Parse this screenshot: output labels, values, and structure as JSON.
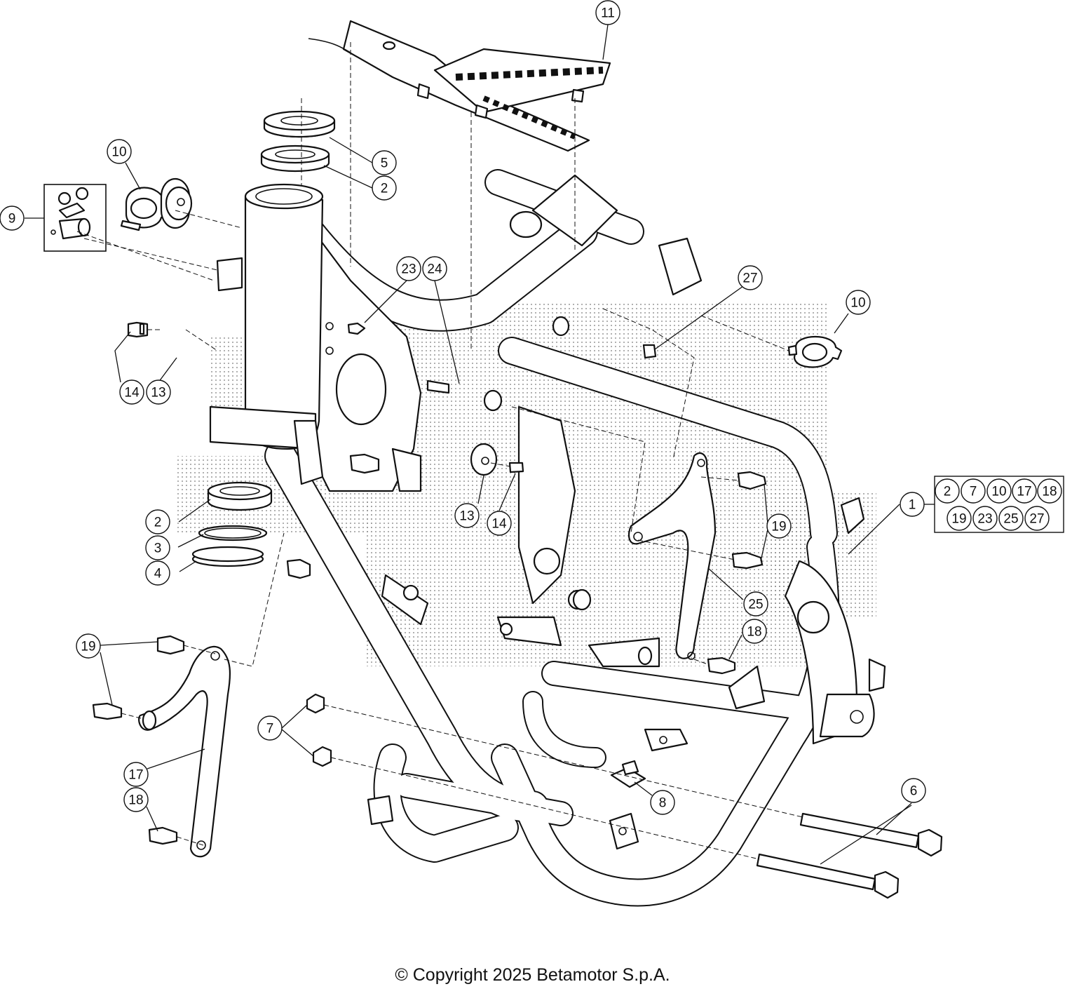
{
  "diagram": {
    "type": "exploded-parts-diagram",
    "callouts": [
      {
        "id": "c11",
        "label": "11"
      },
      {
        "id": "c5",
        "label": "5"
      },
      {
        "id": "c2a",
        "label": "2"
      },
      {
        "id": "c10a",
        "label": "10"
      },
      {
        "id": "c9",
        "label": "9"
      },
      {
        "id": "c23",
        "label": "23"
      },
      {
        "id": "c24",
        "label": "24"
      },
      {
        "id": "c27",
        "label": "27"
      },
      {
        "id": "c10b",
        "label": "10"
      },
      {
        "id": "c14a",
        "label": "14"
      },
      {
        "id": "c13a",
        "label": "13"
      },
      {
        "id": "c13b",
        "label": "13"
      },
      {
        "id": "c14b",
        "label": "14"
      },
      {
        "id": "c1",
        "label": "1"
      },
      {
        "id": "c19a",
        "label": "19"
      },
      {
        "id": "c2b",
        "label": "2"
      },
      {
        "id": "c3",
        "label": "3"
      },
      {
        "id": "c4",
        "label": "4"
      },
      {
        "id": "c25",
        "label": "25"
      },
      {
        "id": "c18a",
        "label": "18"
      },
      {
        "id": "c19b",
        "label": "19"
      },
      {
        "id": "c7",
        "label": "7"
      },
      {
        "id": "c8",
        "label": "8"
      },
      {
        "id": "c17",
        "label": "17"
      },
      {
        "id": "c18b",
        "label": "18"
      },
      {
        "id": "c6",
        "label": "6"
      }
    ],
    "kit_box": {
      "items": [
        "2",
        "7",
        "10",
        "17",
        "18",
        "19",
        "23",
        "25",
        "27"
      ]
    }
  },
  "copyright": "© Copyright 2025 Betamotor S.p.A."
}
